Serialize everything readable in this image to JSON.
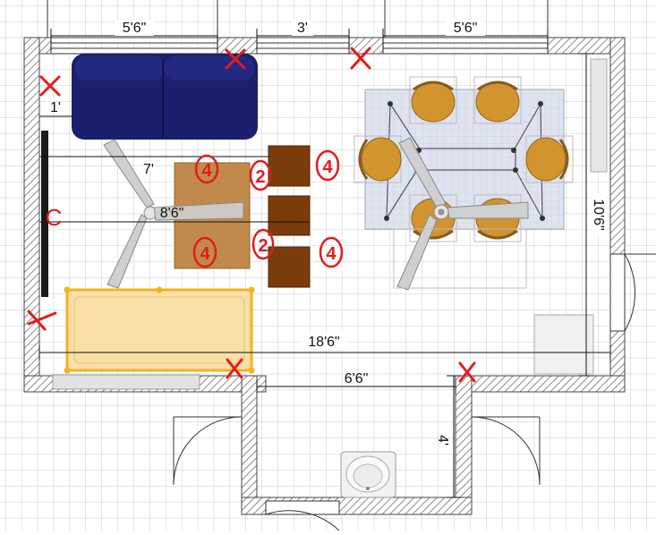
{
  "dimensions": {
    "top_left_width": "5'6\"",
    "top_door_width": "3'",
    "top_right_width": "5'6\"",
    "sofa_offset": "1'",
    "seating_depth": "7'",
    "coffee_span": "8'6\"",
    "room_width": "18'6\"",
    "alcove_width": "6'6\"",
    "alcove_depth": "4'",
    "room_depth": "10'6\""
  },
  "markup": {
    "number_two": "2",
    "number_four": "4",
    "letter_c": "C"
  },
  "colors": {
    "wall_hatch": "#9a9a9a",
    "sofa": "#1b1f6e",
    "coffee_table": "#c08b4a",
    "stools": "#7a3c0b",
    "bench": "#fae0a8",
    "bench_outline": "#f5b21a",
    "chairs": "#d1942f",
    "dining_table": "#dadfee",
    "markup_red": "#e21c1c"
  }
}
